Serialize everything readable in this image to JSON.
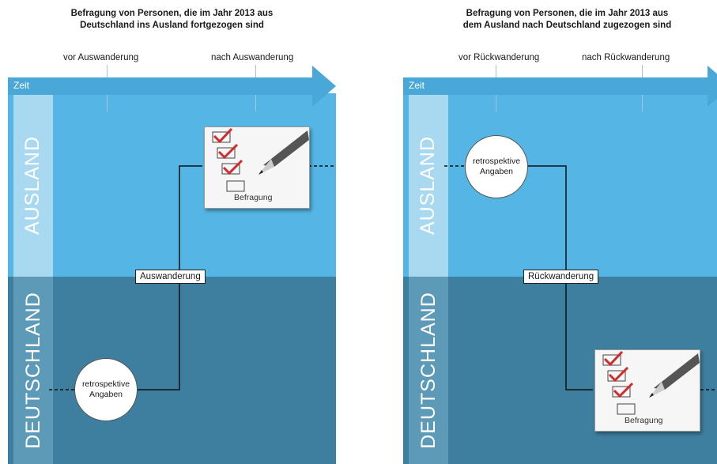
{
  "left": {
    "title_line1": "Befragung von Personen, die im Jahr 2013 aus",
    "title_line2": "Deutschland ins Ausland fortgezogen sind",
    "phase_before": "vor Auswanderung",
    "phase_after": "nach Auswanderung",
    "time_label": "Zeit",
    "region_abroad": "AUSLAND",
    "region_germany": "DEUTSCHLAND",
    "migration_label": "Auswanderung",
    "retro_line1": "retrospektive",
    "retro_line2": "Angaben",
    "survey_label": "Befragung"
  },
  "right": {
    "title_line1": "Befragung von Personen, die im Jahr 2013 aus",
    "title_line2": "dem Ausland nach Deutschland zugezogen sind",
    "phase_before": "vor Rückwanderung",
    "phase_after": "nach Rückwanderung",
    "time_label": "Zeit",
    "region_abroad": "AUSLAND",
    "region_germany": "DEUTSCHLAND",
    "migration_label": "Rückwanderung",
    "retro_line1": "retrospektive",
    "retro_line2": "Angaben",
    "survey_label": "Befragung"
  },
  "colors": {
    "abroad": "#55b6e6",
    "germany": "#3e7fa0",
    "timebar": "#4aa8d8",
    "checkmark": "#d12b2b"
  }
}
